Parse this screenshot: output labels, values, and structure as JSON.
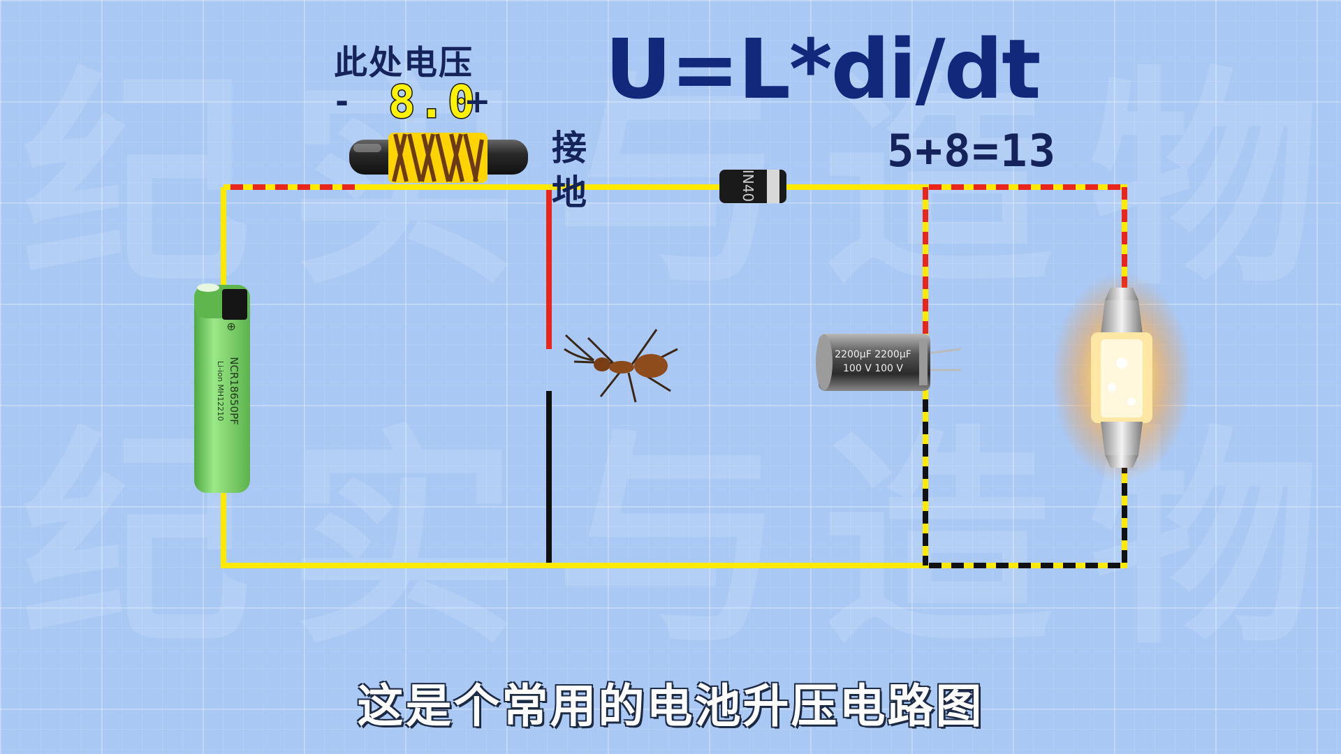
{
  "watermark": {
    "chars": [
      "纪",
      "实",
      "与",
      "造",
      "物"
    ]
  },
  "voltage_panel": {
    "label": "此处电压",
    "minus": "-",
    "plus": "+",
    "reading": "8.0"
  },
  "formula": "U=L*di/dt",
  "ground_label": "接地",
  "sum_display": "5+8=13",
  "battery": {
    "plus_mark": "⊕",
    "model": "NCR18650PF",
    "line2": "Li-ion  MH12210"
  },
  "diode": {
    "marking": "IN40"
  },
  "capacitor": {
    "marking_line1": "2200µF  2200µF",
    "marking_line2": "100 V    100 V"
  },
  "subtitle": "这是个常用的电池升压电路图",
  "colors": {
    "wire_yellow": "#ffea00",
    "wire_red": "#e8261c",
    "wire_black": "#111111",
    "battery_green": "#7fd26a",
    "formula_blue": "#12287a",
    "background": "#a9c8f4"
  }
}
